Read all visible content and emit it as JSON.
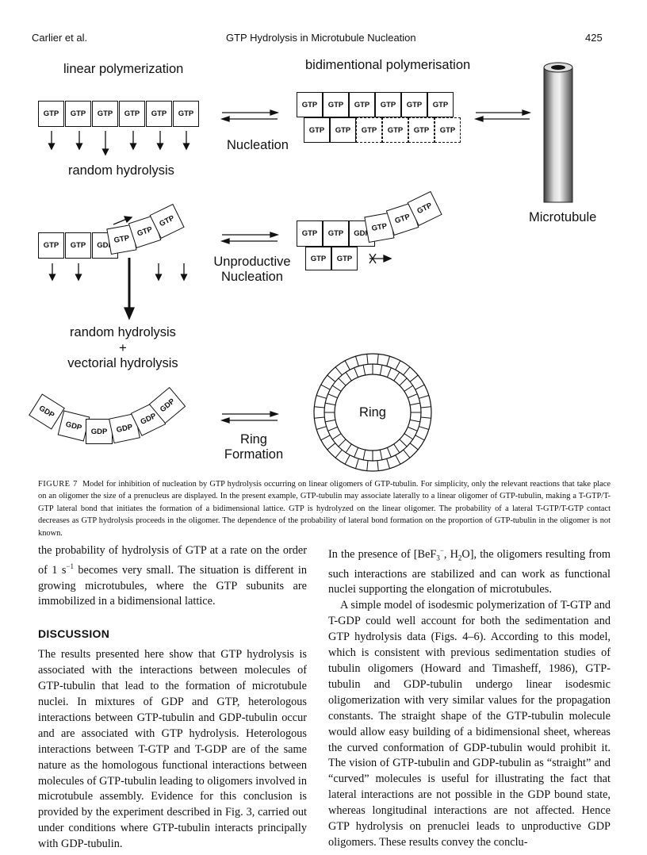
{
  "header": {
    "authors": "Carlier et al.",
    "title": "GTP Hydrolysis in Microtubule Nucleation",
    "page": "425"
  },
  "figure": {
    "labels": {
      "linear": "linear polymerization",
      "bidim": "bidimentional polymerisation",
      "nucleation": "Nucleation",
      "random1": "random hydrolysis",
      "microtubule": "Microtubule",
      "unproductive_1": "Unproductive",
      "unproductive_2": "Nucleation",
      "random2_1": "random hydrolysis",
      "random2_2": "+",
      "random2_3": "vectorial hydrolysis",
      "ring": "Ring",
      "ring_form_1": "Ring",
      "ring_form_2": "Formation"
    },
    "row1_boxes": [
      "GTP",
      "GTP",
      "GTP",
      "GTP",
      "GTP",
      "GTP"
    ],
    "bidim_top": [
      "GTP",
      "GTP",
      "GTP",
      "GTP",
      "GTP",
      "GTP"
    ],
    "bidim_bottom": [
      "GTP",
      "GTP",
      "GTP",
      "GTP",
      "GTP",
      "GTP"
    ],
    "curved_left_flat": [
      "GTP",
      "GTP",
      "GDP"
    ],
    "curved_left_bent": [
      "GTP",
      "GTP",
      "GTP"
    ],
    "curved_right_flat": [
      "GTP",
      "GTP",
      "GDP"
    ],
    "curved_right_bent": [
      "GTP",
      "GTP",
      "GTP"
    ],
    "curved_right_lower": [
      "GTP",
      "GTP"
    ],
    "gdp_arc": [
      "GDP",
      "GDP",
      "GDP",
      "GDP",
      "GDP",
      "GDP"
    ]
  },
  "caption": {
    "label": "FIGURE 7",
    "text": "Model for inhibition of nucleation by GTP hydrolysis occurring on linear oligomers of GTP-tubulin. For simplicity, only the relevant reactions that take place on an oligomer the size of a prenucleus are displayed. In the present example, GTP-tubulin may associate laterally to a linear oligomer of GTP-tubulin, making a T-GTP/T-GTP lateral bond that initiates the formation of a bidimensional lattice. GTP is hydrolyzed on the linear oligomer. The probability of a lateral T-GTP/T-GTP contact decreases as GTP hydrolysis proceeds in the oligomer. The dependence of the probability of lateral bond formation on the proportion of GTP-tubulin in the oligomer is not known."
  },
  "left_col": {
    "p1_a": "the probability of hydrolysis of GTP at a rate on the order of 1 s",
    "p1_sup": "−1",
    "p1_b": " becomes very small. The situation is different in growing microtubules, where the GTP subunits are immobilized in a bidimensional lattice.",
    "heading": "DISCUSSION",
    "p2": "The results presented here show that GTP hydrolysis is associated with the interactions between molecules of GTP-tubulin that lead to the formation of microtubule nuclei. In mixtures of GDP and GTP, heterologous interactions between GTP-tubulin and GDP-tubulin occur and are associated with GTP hydrolysis. Heterologous interactions between T-GTP and T-GDP are of the same nature as the homologous functional interactions between molecules of GTP-tubulin leading to oligomers involved in microtubule assembly. Evidence for this conclusion is provided by the experiment described in Fig. 3, carried out under conditions where GTP-tubulin interacts principally with GDP-tubulin."
  },
  "right_col": {
    "p1_a": "In the presence of [BeF",
    "p1_sub": "3",
    "p1_sup": "−",
    "p1_b": ", H",
    "p1_sub2": "2",
    "p1_c": "O], the oligomers resulting from such interactions are stabilized and can work as functional nuclei supporting the elongation of microtubules.",
    "p2": "A simple model of isodesmic polymerization of T-GTP and T-GDP could well account for both the sedimentation and GTP hydrolysis data (Figs. 4–6). According to this model, which is consistent with previous sedimentation studies of tubulin oligomers (Howard and Timasheff, 1986), GTP-tubulin and GDP-tubulin undergo linear isodesmic oligomerization with very similar values for the propagation constants. The straight shape of the GTP-tubulin molecule would allow easy building of a bidimensional sheet, whereas the curved conformation of GDP-tubulin would prohibit it. The vision of GTP-tubulin and GDP-tubulin as “straight” and “curved” molecules is useful for illustrating the fact that lateral interactions are not possible in the GDP bound state, whereas longitudinal interactions are not affected. Hence GTP hydrolysis on prenuclei leads to unproductive GDP oligomers. These results convey the conclu-"
  }
}
